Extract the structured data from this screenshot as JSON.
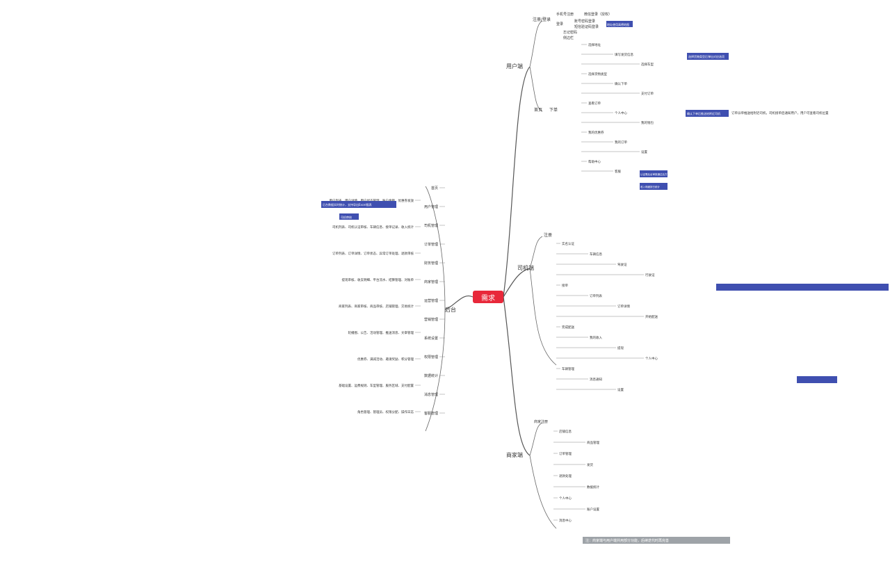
{
  "root": "需求",
  "branches": {
    "user_end": "用户端",
    "driver_end": "司机端",
    "merchant_end": "商家端",
    "backend": "后台"
  },
  "user_end": {
    "register_login": "注册/登录",
    "phone_verify": "手机号注册",
    "wechat_login": "微信登录（授权）",
    "login": "登录",
    "login_items": [
      "账号密码登录",
      "短信验证码登录"
    ],
    "forget_pwd": "忘记密码",
    "sidebar": "侧边栏",
    "home": "首页",
    "order": "下单",
    "detail_nodes": [
      "选择地址",
      "填写发货信息",
      "选择车型",
      "选择货物类型",
      "确认下单",
      "支付订单",
      "查看订单",
      "个人中心",
      "我的钱包",
      "我的优惠券",
      "我的订单",
      "设置",
      "帮助中心",
      "客服"
    ],
    "highlights": [
      "地址使用高德地图",
      "选择货物类型后弹出对应选项",
      "确认下单后推送给附近司机"
    ],
    "far_right": "订单派单推送给附近司机，司机接单后通知用户，用户可查看司机位置"
  },
  "driver_end": {
    "register": "注册",
    "detail_nodes": [
      "实名认证",
      "车辆信息",
      "驾驶证",
      "行驶证",
      "接单",
      "订单列表",
      "订单详情",
      "开始配送",
      "完成配送",
      "我的收入",
      "提现",
      "个人中心",
      "车辆管理",
      "消息通知",
      "设置"
    ],
    "highlights": [
      "认证需后台审核通过后方可接单",
      "收入明细按日统计"
    ]
  },
  "merchant_end": {
    "register": "商家注册",
    "detail_nodes": [
      "店铺信息",
      "商品管理",
      "订单管理",
      "发货",
      "退款处理",
      "数据统计",
      "个人中心",
      "账户设置",
      "消息中心"
    ],
    "note": "注：商家端与用户端共用部分功能，后续迭代时再完善"
  },
  "backend": {
    "items": [
      "首页",
      "用户管理",
      "司机管理",
      "订单管理",
      "财务管理",
      "商家管理",
      "运营管理",
      "营销管理",
      "系统设置",
      "权限管理",
      "数据统计",
      "消息管理",
      "客服管理"
    ],
    "highlights": [
      "后台数据实时统计，支持导出Excel报表",
      "司机审核"
    ],
    "rows": [
      "用户列表、用户详情、用户状态管理、账户余额、优惠券发放",
      "司机列表、司机认证审核、车辆信息、接单记录、收入统计",
      "订单列表、订单详情、订单状态、异常订单处理、退款审核",
      "提现审核、收支明细、平台流水、结算管理、对账单",
      "商家列表、商家审核、商品审核、店铺管理、交易统计",
      "轮播图、公告、活动管理、推送消息、文章管理",
      "优惠券、满减活动、邀请奖励、积分管理",
      "基础设置、运费规则、车型管理、服务区域、支付配置",
      "角色管理、管理员、权限分配、操作日志"
    ]
  }
}
